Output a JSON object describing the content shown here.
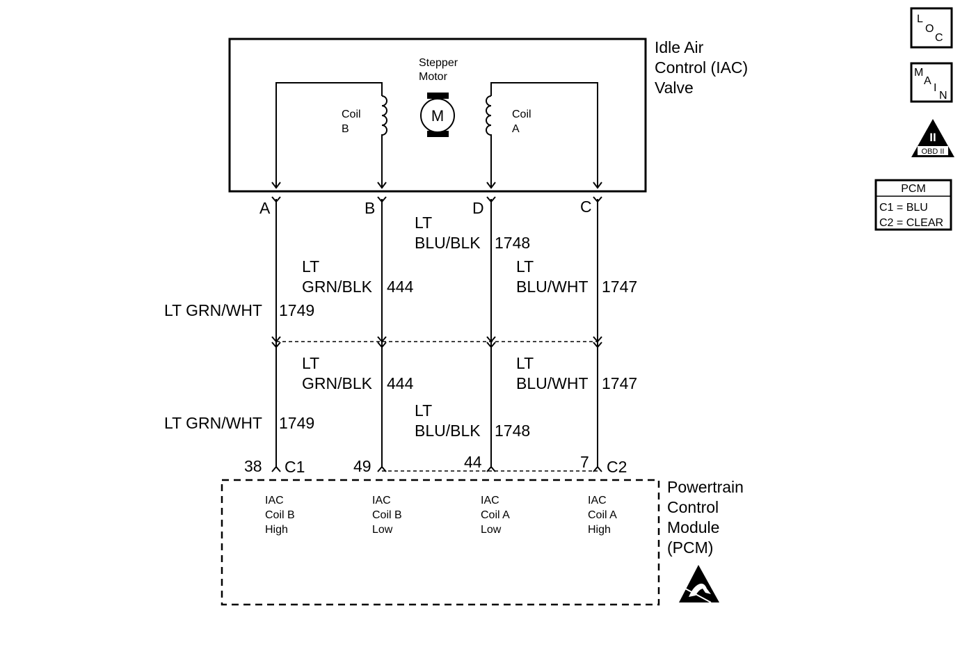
{
  "iac_valve": {
    "title_lines": [
      "Idle Air",
      "Control (IAC)",
      "Valve"
    ],
    "motor_label_lines": [
      "Stepper",
      "Motor"
    ],
    "motor_symbol": "M",
    "coil_b_lines": [
      "Coil",
      "B"
    ],
    "coil_a_lines": [
      "Coil",
      "A"
    ],
    "pin_a": "A",
    "pin_b": "B",
    "pin_d": "D",
    "pin_c": "C"
  },
  "wires_upper": {
    "w1749": {
      "color": "LT GRN/WHT",
      "circuit": "1749"
    },
    "w444": {
      "color_line1": "LT",
      "color_line2": "GRN/BLK",
      "circuit": "444"
    },
    "w1748": {
      "color_line1": "LT",
      "color_line2": "BLU/BLK",
      "circuit": "1748"
    },
    "w1747": {
      "color_line1": "LT",
      "color_line2": "BLU/WHT",
      "circuit": "1747"
    }
  },
  "wires_lower": {
    "w1749": {
      "color": "LT GRN/WHT",
      "circuit": "1749"
    },
    "w444": {
      "color_line1": "LT",
      "color_line2": "GRN/BLK",
      "circuit": "444"
    },
    "w1748": {
      "color_line1": "LT",
      "color_line2": "BLU/BLK",
      "circuit": "1748"
    },
    "w1747": {
      "color_line1": "LT",
      "color_line2": "BLU/WHT",
      "circuit": "1747"
    }
  },
  "pcm_pins": {
    "p38": "38",
    "p49": "49",
    "p44": "44",
    "p7": "7",
    "c1": "C1",
    "c2": "C2"
  },
  "pcm": {
    "title_lines": [
      "Powertrain",
      "Control",
      "Module",
      "(PCM)"
    ],
    "terminals": [
      {
        "lines": [
          "IAC",
          "Coil B",
          "High"
        ]
      },
      {
        "lines": [
          "IAC",
          "Coil B",
          "Low"
        ]
      },
      {
        "lines": [
          "IAC",
          "Coil A",
          "Low"
        ]
      },
      {
        "lines": [
          "IAC",
          "Coil A",
          "High"
        ]
      }
    ]
  },
  "side_icons": {
    "loc": [
      "L",
      "O",
      "C"
    ],
    "main": [
      "M",
      "A",
      "I",
      "N"
    ],
    "obd_numeral": "II",
    "obd_label": "OBD II",
    "pcm_legend_title": "PCM",
    "pcm_legend_lines": [
      "C1 = BLU",
      "C2 = CLEAR"
    ]
  }
}
